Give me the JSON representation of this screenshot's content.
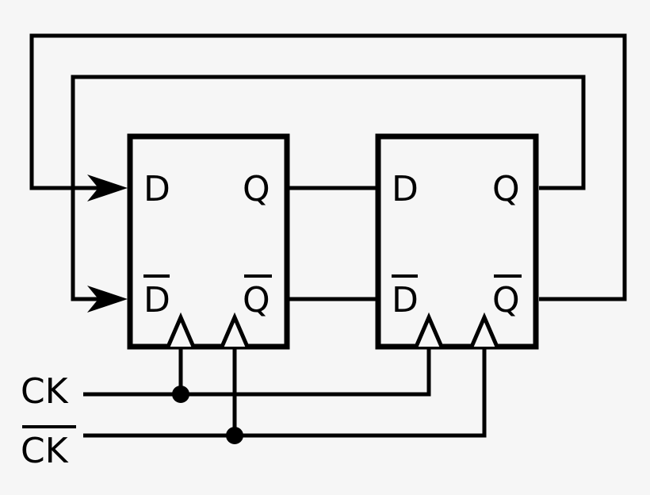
{
  "flipflops": [
    {
      "pin_d": "D",
      "pin_q": "Q",
      "pin_d_bar": "D",
      "pin_q_bar": "Q"
    },
    {
      "pin_d": "D",
      "pin_q": "Q",
      "pin_d_bar": "D",
      "pin_q_bar": "Q"
    }
  ],
  "signals": {
    "clock": "CK",
    "clock_inverted": "CK"
  },
  "colors": {
    "background": "#f6f6f6",
    "ink": "#000000"
  }
}
